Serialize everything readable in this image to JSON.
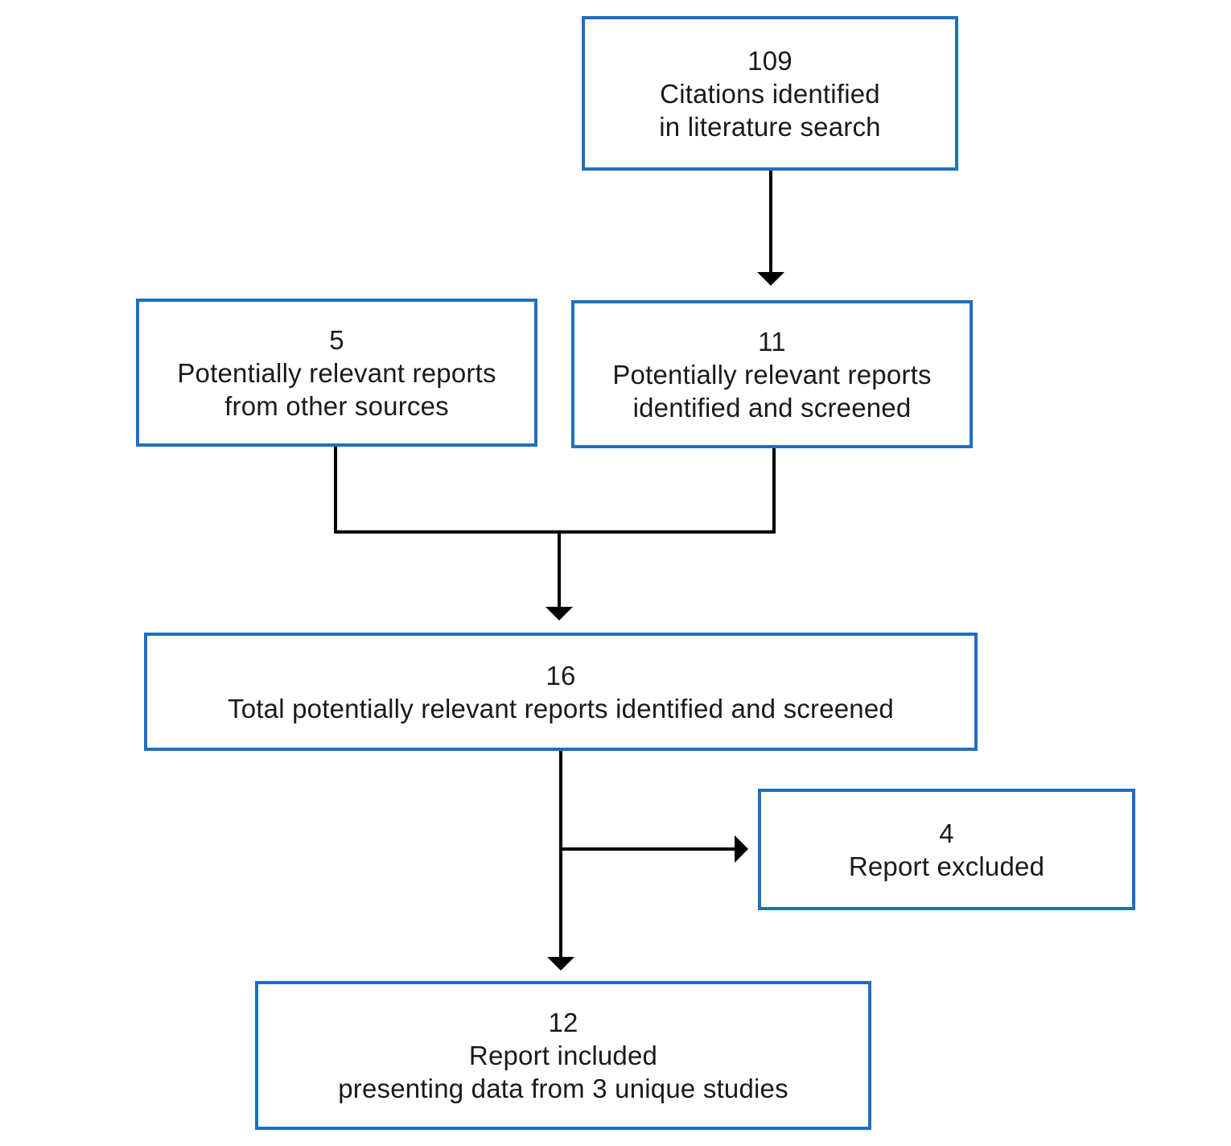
{
  "boxes": {
    "citations": {
      "count": "109",
      "line1": "Citations identified",
      "line2": "in literature search"
    },
    "other_sources": {
      "count": "5",
      "line1": "Potentially relevant reports",
      "line2": "from other sources"
    },
    "screened": {
      "count": "11",
      "line1": "Potentially relevant reports",
      "line2": "identified and screened"
    },
    "total": {
      "count": "16",
      "line1": "Total potentially relevant reports identified and screened"
    },
    "excluded": {
      "count": "4",
      "line1": "Report excluded"
    },
    "included": {
      "count": "12",
      "line1": "Report included",
      "line2": "presenting data from 3 unique studies"
    }
  },
  "colors": {
    "box_border": "#1f6fc0",
    "connector": "#000000",
    "text": "#1a1a1a"
  }
}
